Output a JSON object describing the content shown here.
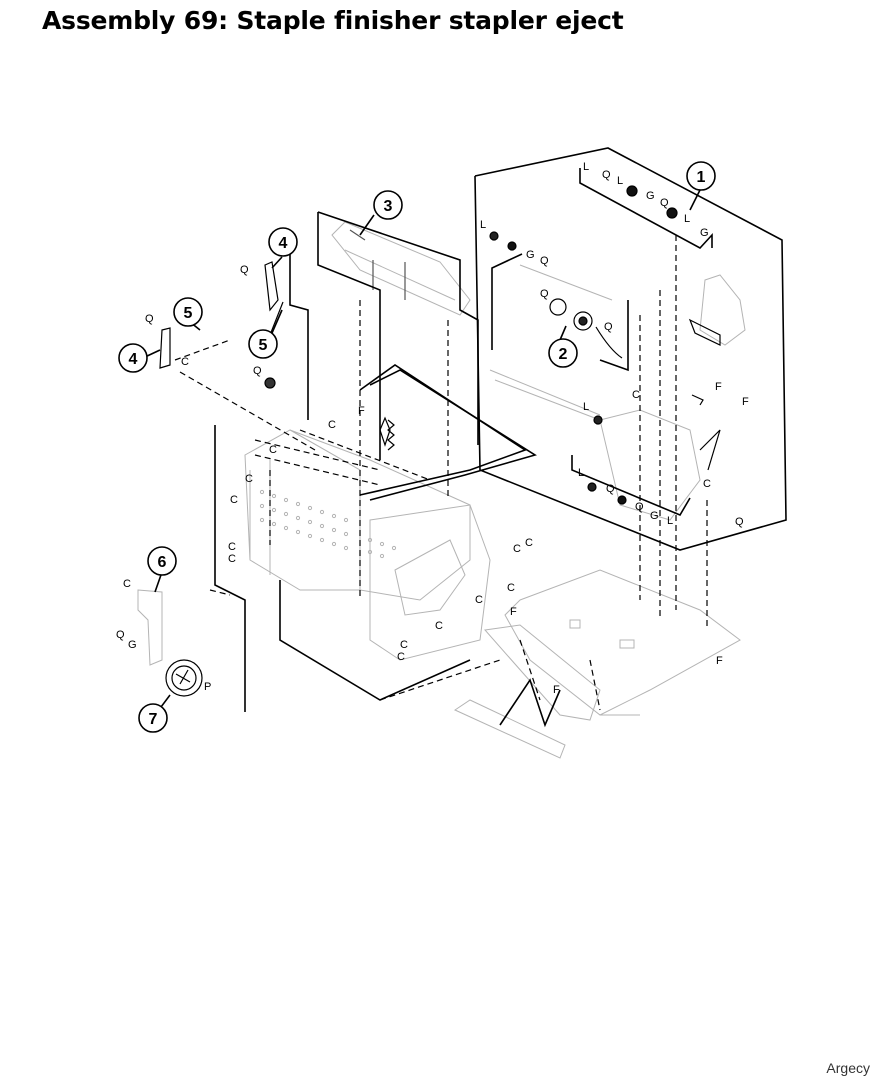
{
  "title": "Assembly 69: Staple finisher stapler eject",
  "watermark": "Argecy",
  "callouts": [
    {
      "number": "1"
    },
    {
      "number": "2"
    },
    {
      "number": "3"
    },
    {
      "number": "4"
    },
    {
      "number": "4"
    },
    {
      "number": "5"
    },
    {
      "number": "5"
    },
    {
      "number": "6"
    },
    {
      "number": "7"
    }
  ],
  "fastener_letters": {
    "C": "C",
    "F": "F",
    "G": "G",
    "L": "L",
    "P": "P",
    "Q": "Q"
  }
}
